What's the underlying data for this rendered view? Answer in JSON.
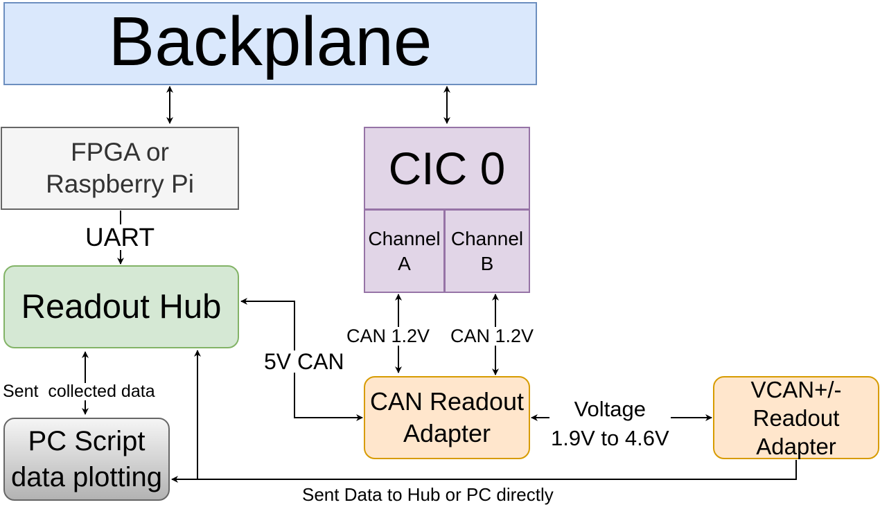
{
  "diagram": {
    "nodes": {
      "backplane": "Backplane",
      "fpga": "FPGA or\nRaspberry Pi",
      "cic": "CIC 0",
      "channel_a": "Channel\nA",
      "channel_b": "Channel\nB",
      "readout_hub": "Readout Hub",
      "can_adapter": "CAN Readout\nAdapter",
      "vcan_adapter": "VCAN+/-\nReadout\nAdapter",
      "pc_script": "PC Script\ndata plotting"
    },
    "edge_labels": {
      "uart": "UART",
      "five_v_can": "5V CAN",
      "can_a": "CAN 1.2V",
      "can_b": "CAN 1.2V",
      "voltage": "Voltage\n1.9V to 4.6V",
      "sent_collected": "Sent  collected data",
      "sent_direct": "Sent Data to Hub or PC directly"
    },
    "colors": {
      "backplane_fill": "#dae8fc",
      "fpga_fill": "#f5f5f5",
      "cic_fill": "#e1d5e7",
      "hub_fill": "#d5e8d4",
      "adapter_fill": "#ffe6cc",
      "pc_fill": "#b3b3b3"
    }
  }
}
